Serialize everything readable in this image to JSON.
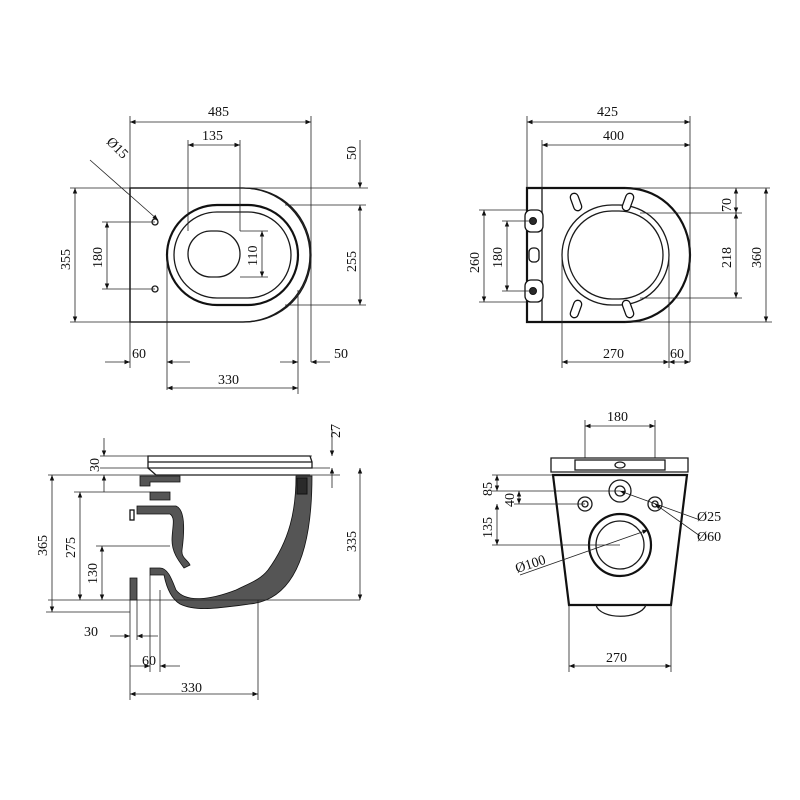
{
  "top_view": {
    "width_total": "485",
    "seat_inner_width": "135",
    "hole_dia": "Ø15",
    "rear_offset": "50",
    "depth_total": "355",
    "hole_spacing": "180",
    "inner_depth": "110",
    "bowl_depth": "255",
    "rear_left": "60",
    "width_330": "330",
    "front_50": "50"
  },
  "seat_view": {
    "width_total": "425",
    "width_inner": "400",
    "front_70": "70",
    "depth_260": "260",
    "depth_180": "180",
    "depth_218": "218",
    "depth_360": "360",
    "width_270": "270",
    "width_60": "60"
  },
  "side_view": {
    "lid_27": "27",
    "seat_30": "30",
    "height_365": "365",
    "height_275": "275",
    "height_130": "130",
    "height_335": "335",
    "rear_30": "30",
    "rear_60": "60",
    "length_330": "330"
  },
  "rear_view": {
    "width_180": "180",
    "height_85": "85",
    "height_40": "40",
    "height_135": "135",
    "dia_25": "Ø25",
    "dia_60": "Ø60",
    "dia_100": "Ø100",
    "width_270": "270"
  }
}
